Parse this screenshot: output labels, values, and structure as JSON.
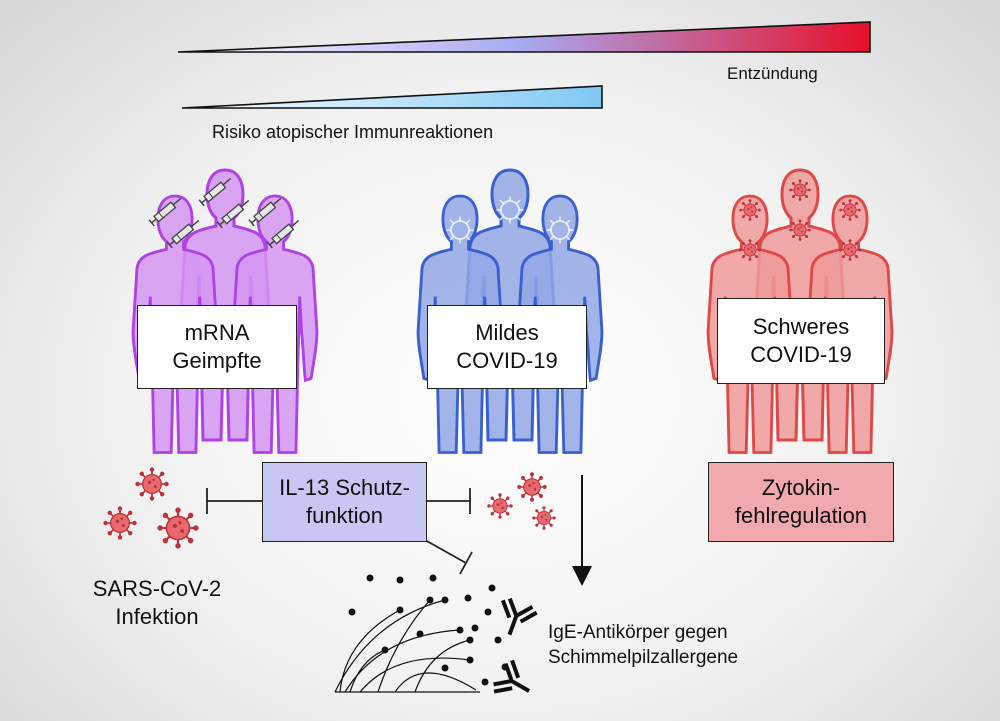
{
  "gradients": {
    "inflammation_label": "Entzündung",
    "atopic_label": "Risiko atopischer Immunreaktionen",
    "inflammation_colors": [
      "#ffffff",
      "#a8a8f0",
      "#e8102a"
    ],
    "atopic_colors": [
      "#ffffff",
      "#7fc8f2"
    ]
  },
  "groups": [
    {
      "line1": "mRNA",
      "line2": "Geimpfte",
      "color": "#b040e8",
      "icon": "syringe-icon"
    },
    {
      "line1": "Mildes",
      "line2": "COVID-19",
      "color": "#3a5fd0",
      "icon": "virus-icon"
    },
    {
      "line1": "Schweres",
      "line2": "COVID-19",
      "color": "#e04848",
      "icon": "virus-icon"
    }
  ],
  "il13": {
    "line1": "IL-13 Schutz-",
    "line2": "funktion",
    "fill": "#c9c6f3"
  },
  "zytokin": {
    "line1": "Zytokin-",
    "line2": "fehlregulation",
    "fill": "#f2a9ad"
  },
  "infection": {
    "line1": "SARS-CoV-2",
    "line2": "Infektion"
  },
  "ige": {
    "line1": "IgE-Antikörper gegen",
    "line2": "Schimmelpilzallergene"
  }
}
